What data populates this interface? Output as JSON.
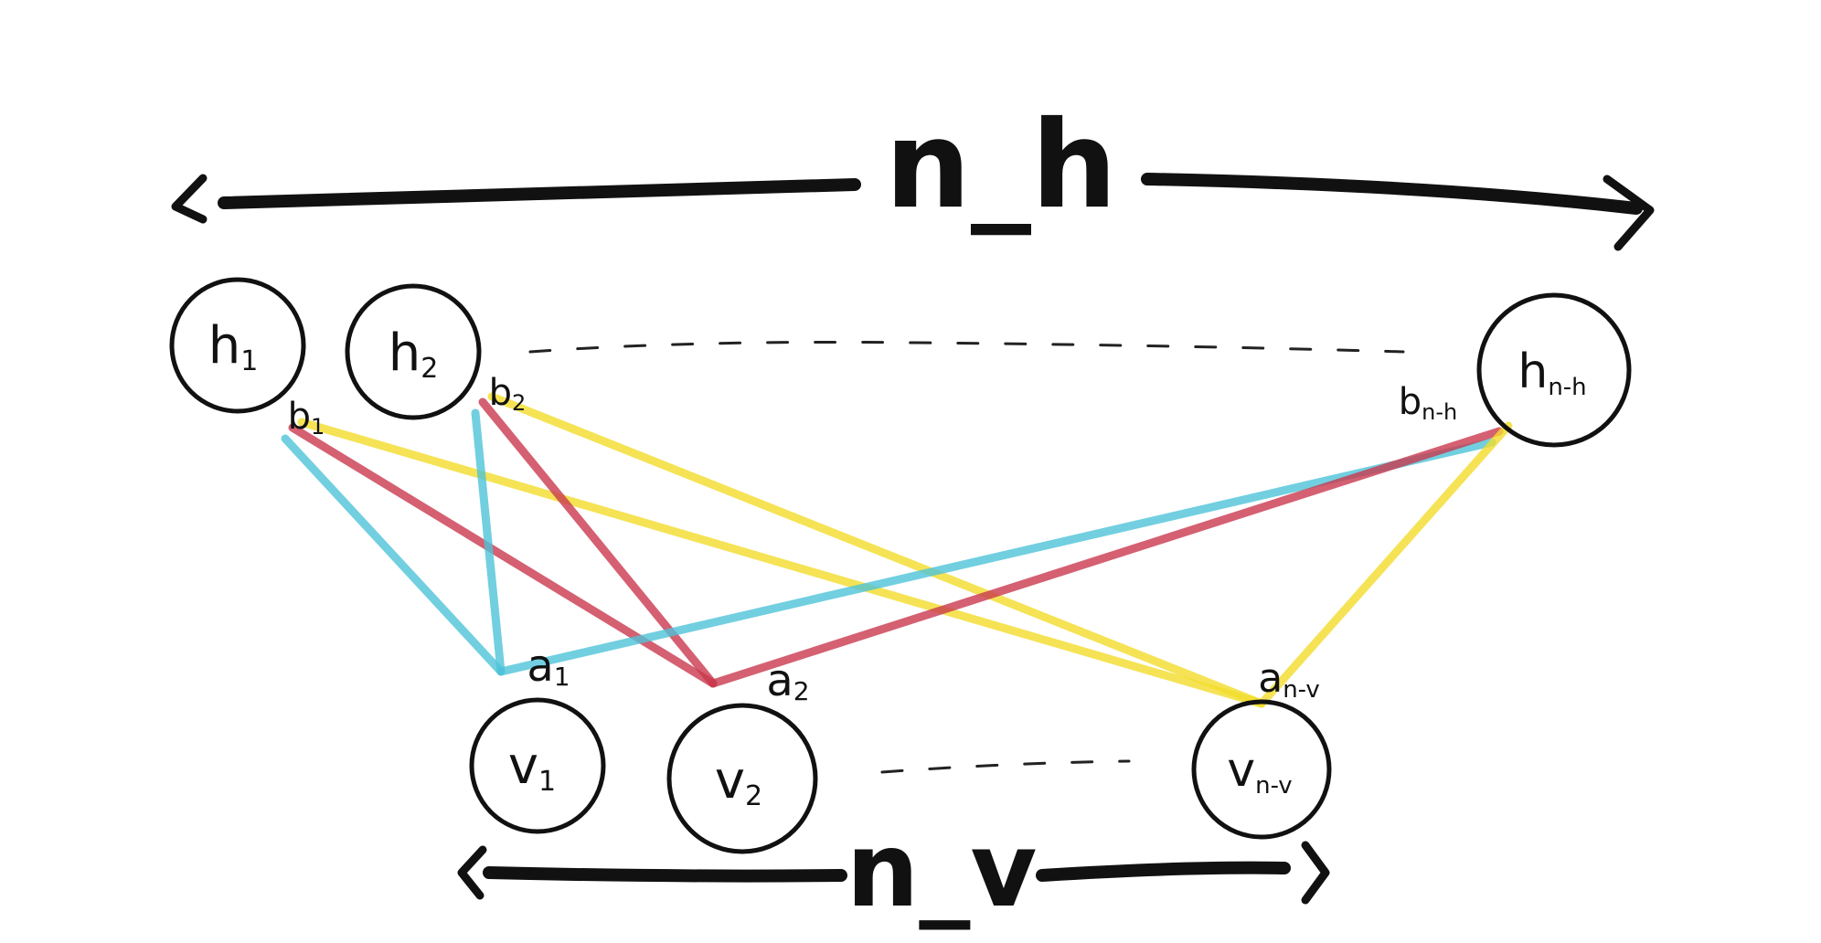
{
  "diagram": {
    "top_span": {
      "label": "n_h"
    },
    "bottom_span": {
      "label": "n_v"
    },
    "hidden_nodes": [
      {
        "id": "h1",
        "label": "h",
        "sub": "1",
        "bias": "b",
        "bias_sub": "1"
      },
      {
        "id": "h2",
        "label": "h",
        "sub": "2",
        "bias": "b",
        "bias_sub": "2"
      },
      {
        "id": "hnh",
        "label": "h",
        "sub": "n-h",
        "bias": "b",
        "bias_sub": "n-h"
      }
    ],
    "visible_nodes": [
      {
        "id": "v1",
        "label": "v",
        "sub": "1",
        "bias": "a",
        "bias_sub": "1"
      },
      {
        "id": "v2",
        "label": "v",
        "sub": "2",
        "bias": "a",
        "bias_sub": "2"
      },
      {
        "id": "vnv",
        "label": "v",
        "sub": "n-v",
        "bias": "a",
        "bias_sub": "n-v"
      }
    ],
    "edge_colors": {
      "cyan": "#4ec3d8",
      "red": "#c9384e",
      "yellow": "#f2dc2a"
    },
    "edges": [
      {
        "from": "h1",
        "to": "v1",
        "color": "cyan"
      },
      {
        "from": "h1",
        "to": "v2",
        "color": "red"
      },
      {
        "from": "h1",
        "to": "vnv",
        "color": "yellow"
      },
      {
        "from": "h2",
        "to": "v1",
        "color": "cyan"
      },
      {
        "from": "h2",
        "to": "v2",
        "color": "red"
      },
      {
        "from": "h2",
        "to": "vnv",
        "color": "yellow"
      },
      {
        "from": "hnh",
        "to": "v1",
        "color": "cyan"
      },
      {
        "from": "hnh",
        "to": "v2",
        "color": "red"
      },
      {
        "from": "hnh",
        "to": "vnv",
        "color": "yellow"
      }
    ]
  }
}
